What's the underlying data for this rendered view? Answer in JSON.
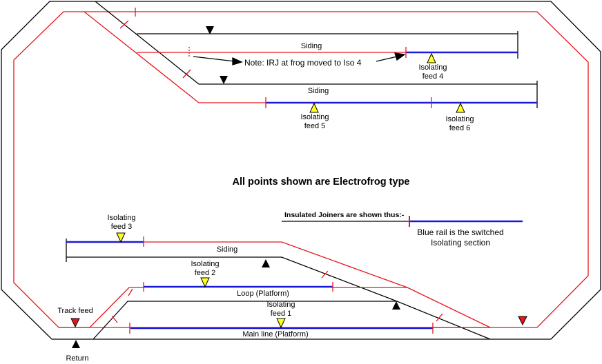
{
  "labels": {
    "siding_upper": "Siding",
    "siding_middle": "Siding",
    "siding_lower": "Siding",
    "loop": "Loop (Platform)",
    "main": "Main line (Platform)",
    "note": "Note: IRJ at frog moved to Iso 4",
    "title": "All points shown are Electrofrog type",
    "legend_title": "Insulated Joiners are shown thus:-",
    "legend_desc_1": "Blue rail is the switched",
    "legend_desc_2": "Isolating section",
    "track_feed": "Track feed",
    "return": "Return"
  },
  "feeds": [
    {
      "line1": "Isolating",
      "line2": "feed 4"
    },
    {
      "line1": "Isolating",
      "line2": "feed 5"
    },
    {
      "line1": "Isolating",
      "line2": "feed 6"
    },
    {
      "line1": "Isolating",
      "line2": "feed 3"
    },
    {
      "line1": "Isolating",
      "line2": "feed 2"
    },
    {
      "line1": "Isolating",
      "line2": "feed 1"
    }
  ],
  "colors": {
    "black_rail": "#000000",
    "red_rail": "#e8141b",
    "isolated_rail": "#1a1ad8",
    "feed_marker": "#ffff22",
    "track_feed_marker": "#e8141b"
  }
}
